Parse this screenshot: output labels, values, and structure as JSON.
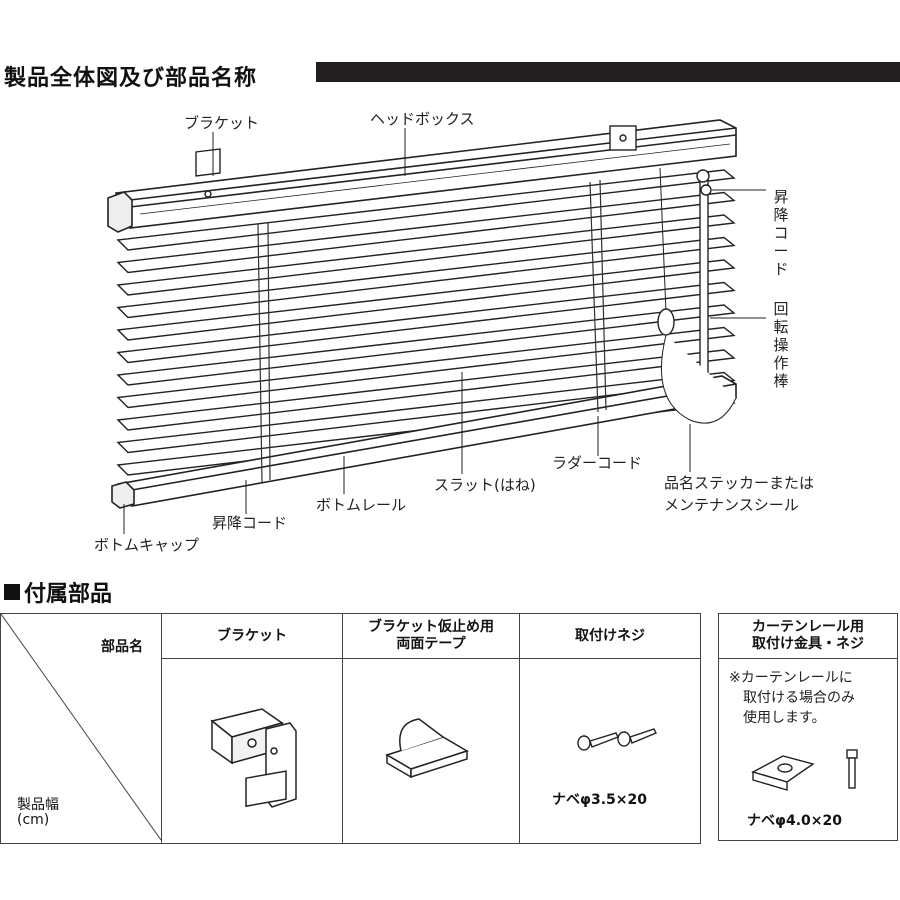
{
  "section1": {
    "title": "製品全体図及び部品名称"
  },
  "diagram": {
    "labels": {
      "bracket": "ブラケット",
      "headbox": "ヘッドボックス",
      "lift_cord_right": "昇降コード",
      "tilt_wand": "回転操作棒",
      "ladder_cord": "ラダーコード",
      "product_sticker_line1": "品名ステッカーまたは",
      "product_sticker_line2": "メンテナンスシール",
      "slat": "スラット(はね)",
      "bottom_rail": "ボトムレール",
      "lift_cord_left": "昇降コード",
      "bottom_cap": "ボトムキャップ"
    }
  },
  "section2": {
    "title": "付属部品"
  },
  "parts_table": {
    "corner_top": "部品名",
    "corner_bottom_line1": "製品幅",
    "corner_bottom_line2": "(cm)",
    "columns": [
      {
        "header_line1": "ブラケット",
        "header_line2": "",
        "spec": ""
      },
      {
        "header_line1": "ブラケット仮止め用",
        "header_line2": "両面テープ",
        "spec": ""
      },
      {
        "header_line1": "取付けネジ",
        "header_line2": "",
        "spec": "ナベφ3.5×20"
      }
    ]
  },
  "curtain_rail_box": {
    "header_line1": "カーテンレール用",
    "header_line2": "取付け金具・ネジ",
    "note_line1": "※カーテンレールに",
    "note_line2": "取付ける場合のみ",
    "note_line3": "使用します。",
    "spec": "ナベφ4.0×20"
  },
  "colors": {
    "title_bar": "#231f20",
    "line": "#222222"
  }
}
